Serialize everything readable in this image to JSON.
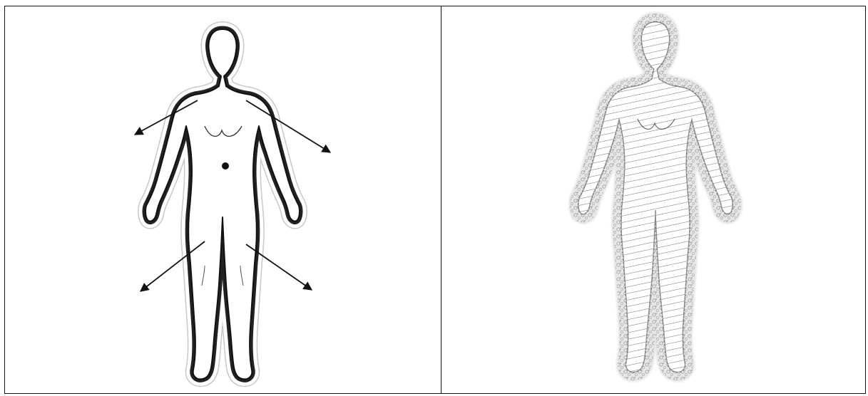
{
  "figure": {
    "panels": [
      {
        "id": "left",
        "content": "outline-with-arrows",
        "arrow_count": 4,
        "center_marker": true
      },
      {
        "id": "right",
        "content": "hatched-silhouette-with-fuzzy-halo"
      }
    ],
    "colors": {
      "line": "#111111",
      "halo_outline": "#bdbdbd",
      "hatch": "#7a7a7a",
      "fuzz": "#9a9a9a",
      "background": "#ffffff"
    }
  }
}
